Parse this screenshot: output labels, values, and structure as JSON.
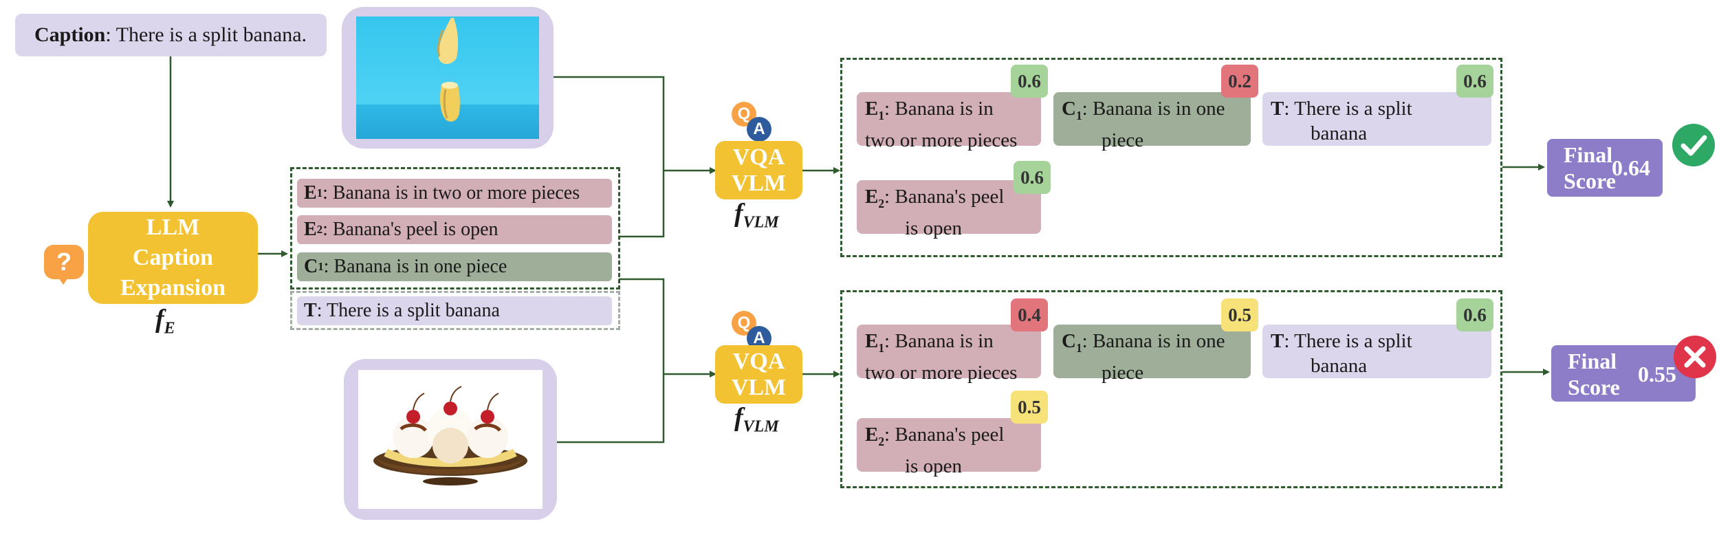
{
  "caption": {
    "label": "Caption",
    "text": ": There is a split banana."
  },
  "expander": {
    "line1": "LLM",
    "line2": "Caption",
    "line3": "Expansion",
    "func": "f",
    "func_sub": "E",
    "icon": "question-bubble-icon"
  },
  "prompt_list": {
    "items": [
      {
        "id": "E",
        "sub": "1",
        "text": ": Banana is in two or more pieces"
      },
      {
        "id": "E",
        "sub": "2",
        "text": ": Banana's peel is open"
      },
      {
        "id": "C",
        "sub": "1",
        "text": ": Banana is in one piece"
      }
    ],
    "target": {
      "id": "T",
      "text": ": There is a split banana"
    }
  },
  "vqa": {
    "line1": "VQA",
    "line2": "VLM",
    "func": "f",
    "func_sub": "VLM",
    "q_icon": "Q",
    "a_icon": "A"
  },
  "results": [
    {
      "e1": {
        "id": "E",
        "sub": "1",
        "line1": ": Banana is in",
        "line2": "two or more pieces",
        "score": "0.6"
      },
      "c1": {
        "id": "C",
        "sub": "1",
        "line1": ": Banana is in one",
        "line2": "piece",
        "score": "0.2"
      },
      "t": {
        "id": "T",
        "line1": ": There is a split",
        "line2": "banana",
        "score": "0.6"
      },
      "e2": {
        "id": "E",
        "sub": "2",
        "line1": ": Banana's peel",
        "line2": "is open",
        "score": "0.6"
      },
      "final": {
        "label1": "Final",
        "label2": "Score",
        "value": "0.64",
        "verdict_icon": "check-icon"
      }
    },
    {
      "e1": {
        "id": "E",
        "sub": "1",
        "line1": ": Banana is in",
        "line2": "two or more pieces",
        "score": "0.4"
      },
      "c1": {
        "id": "C",
        "sub": "1",
        "line1": ": Banana is in one",
        "line2": "piece",
        "score": "0.5"
      },
      "t": {
        "id": "T",
        "line1": ": There is a split",
        "line2": "banana",
        "score": "0.6"
      },
      "e2": {
        "id": "E",
        "sub": "2",
        "line1": ": Banana's peel",
        "line2": "is open",
        "score": "0.5"
      },
      "final": {
        "label1": "Final",
        "label2": "Score",
        "value": "0.55",
        "verdict_icon": "cross-icon"
      }
    }
  ],
  "colors": {
    "yellow": "#f2c233",
    "orange": "#f8a145",
    "lavender": "#dcd6ec",
    "pink": "#d2aeb6",
    "sage": "#9eae98",
    "final": "#8d7cc8",
    "dash": "#2e5a2e",
    "badge_green": "#a5d39a",
    "badge_red": "#e2747c",
    "badge_yellow": "#f7e27a"
  }
}
